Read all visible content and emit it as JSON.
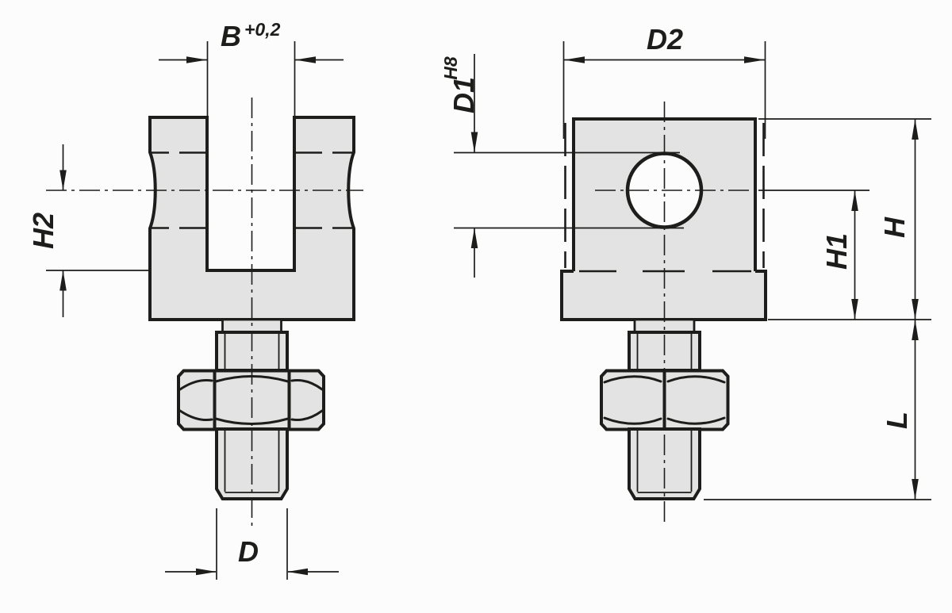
{
  "style": {
    "line_color": "#1d1d1b",
    "part_fill_color": "#e3e3e3",
    "background_color": "#fcfcfc"
  },
  "dimensions": {
    "slot_width": {
      "label": "B",
      "tolerance": "+0,2"
    },
    "slot_depth": {
      "label": "H2"
    },
    "stud_thread": {
      "label": "D"
    },
    "body_diameter": {
      "label": "D2"
    },
    "bore_diameter": {
      "label": "D1",
      "tolerance": "H8"
    },
    "center_height": {
      "label": "H1"
    },
    "body_height": {
      "label": "H"
    },
    "stud_length": {
      "label": "L"
    }
  }
}
